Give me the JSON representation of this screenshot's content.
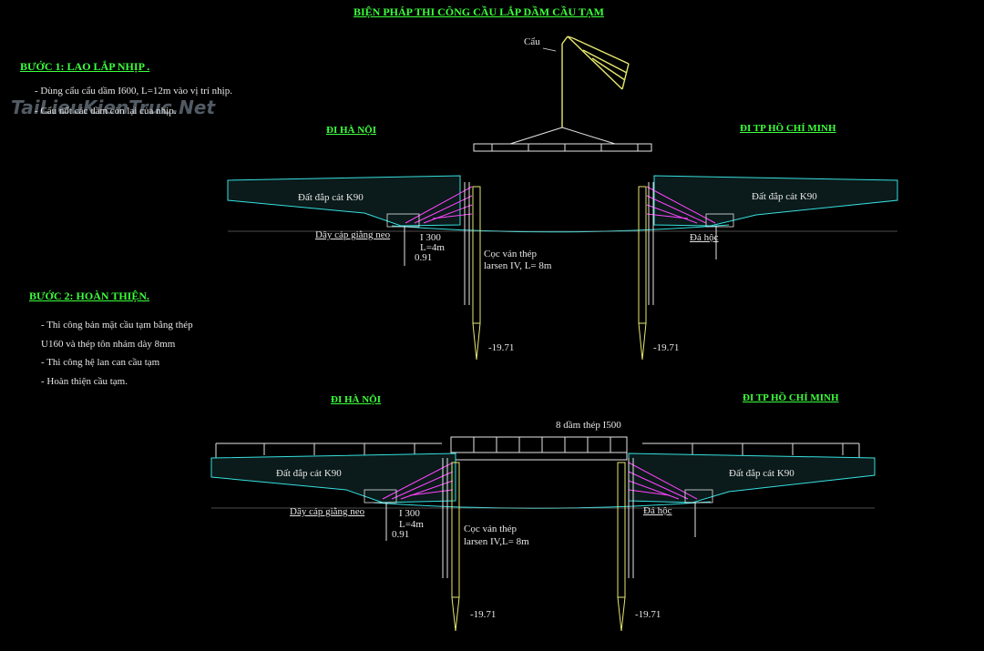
{
  "title": "BIỆN PHÁP THI CÔNG CẦU LẮP DẦM CẦU TẠM",
  "watermark": "TaiLieuKienTruc.Net",
  "crane_label": "Cẩu",
  "step1": {
    "heading": "BƯỚC 1: LAO LẮP NHỊP .",
    "notes": [
      "- Dùng cẩu cẩu dầm I600, L=12m vào vị trí nhịp.",
      "- Cẩu nốt các dầm còn lại của nhịp."
    ]
  },
  "step2": {
    "heading": "BƯỚC 2: HOÀN THIỆN.",
    "notes": [
      "- Thi công bản mặt cầu tạm bằng thép",
      "U160 và thép tôn nhám dày 8mm",
      "- Thi công hệ lan can cầu tạm",
      "- Hoàn thiện cầu tạm."
    ]
  },
  "diagram1": {
    "dir_left": "ĐI HÀ NỘI",
    "dir_right": "ĐI TP HỒ CHÍ MINH",
    "fill_left": "Đất đắp cát K90",
    "fill_right": "Đất đắp cát K90",
    "anchor_cable": "Dây cáp giằng neo",
    "beam_i300": "I 300",
    "beam_len": "L=4m",
    "elev_small": "0.91",
    "sheet_pile": "Cọc ván thép",
    "sheet_pile_spec": "larsen IV,  L= 8m",
    "riprap": "Đá hộc",
    "elev_left": "-19.71",
    "elev_right": "-19.71"
  },
  "diagram2": {
    "dir_left": "ĐI HÀ NỘI",
    "dir_right": "ĐI TP HỒ CHÍ MINH",
    "girders": "8 dầm thép I500",
    "fill_left": "Đất đắp cát K90",
    "fill_right": "Đất đắp cát K90",
    "anchor_cable": "Dây cáp giằng neo",
    "beam_i300": "I 300",
    "beam_len": "L=4m",
    "elev_small": "0.91",
    "sheet_pile": "Cọc ván thép",
    "sheet_pile_spec": "larsen IV,L= 8m",
    "riprap": "Đá hộc",
    "elev_left": "-19.71",
    "elev_right": "-19.71"
  }
}
